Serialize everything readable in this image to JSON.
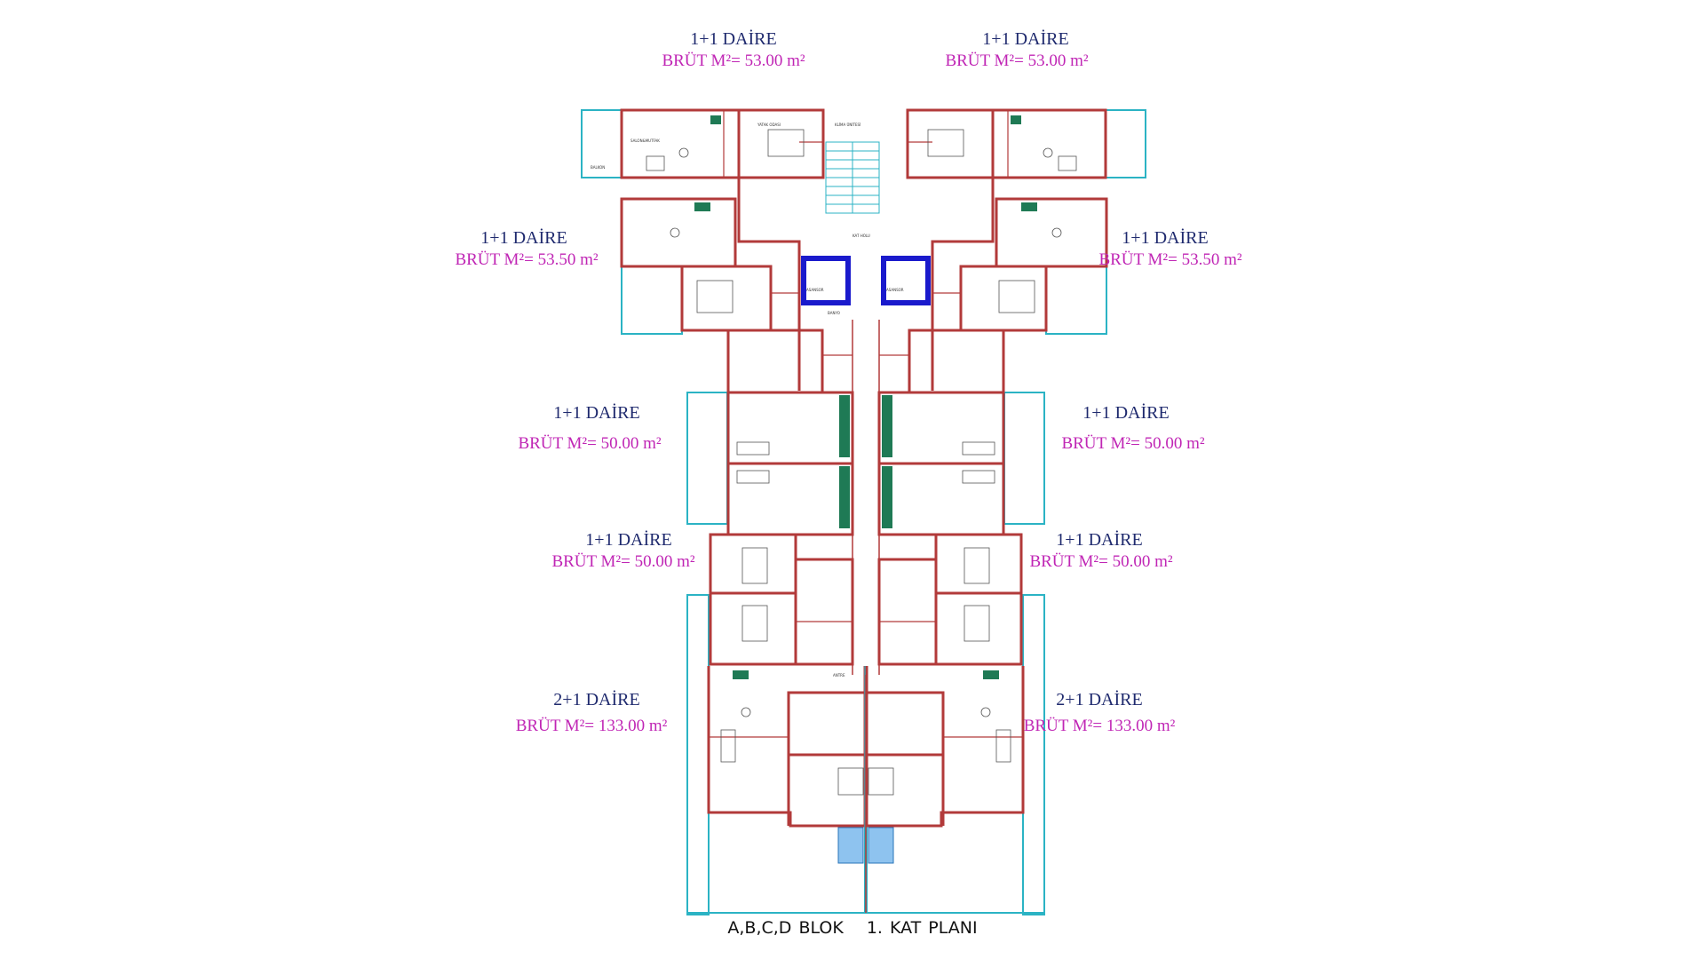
{
  "plan": {
    "block": "A,B,C,D BLOK",
    "floor": "1. KAT PLANI",
    "units": [
      {
        "type": "1+1 DAİRE",
        "area": "BRÜT M²= 53.00 m²"
      },
      {
        "type": "1+1 DAİRE",
        "area": "BRÜT M²= 53.00 m²"
      },
      {
        "type": "1+1 DAİRE",
        "area": "BRÜT M²= 53.50 m²"
      },
      {
        "type": "1+1 DAİRE",
        "area": "BRÜT M²= 53.50 m²"
      },
      {
        "type": "1+1 DAİRE",
        "area": "BRÜT M²= 50.00 m²"
      },
      {
        "type": "1+1 DAİRE",
        "area": "BRÜT M²= 50.00 m²"
      },
      {
        "type": "1+1 DAİRE",
        "area": "BRÜT M²= 50.00 m²"
      },
      {
        "type": "1+1 DAİRE",
        "area": "BRÜT M²= 50.00 m²"
      },
      {
        "type": "2+1 DAİRE",
        "area": "BRÜT M²= 133.00 m²"
      },
      {
        "type": "2+1 DAİRE",
        "area": "BRÜT M²= 133.00 m²"
      }
    ],
    "room_labels": {
      "salon": "SALON&MUTFAK",
      "yatak": "YATAK ODASI",
      "banyo": "BANYO",
      "balkon": "BALKON",
      "asansor": "ASANSOR",
      "kat_holu": "KAT HOLU",
      "klima": "KLİMA ÜNİTESİ",
      "antre": "ANTRE"
    },
    "colors": {
      "walls": "#b23a3a",
      "balcony": "#2bb3c4",
      "elevator": "#1a1acc",
      "label_unit": "#1f2a6e",
      "label_area": "#c026b5",
      "kitchen": "#1f7a55"
    }
  }
}
